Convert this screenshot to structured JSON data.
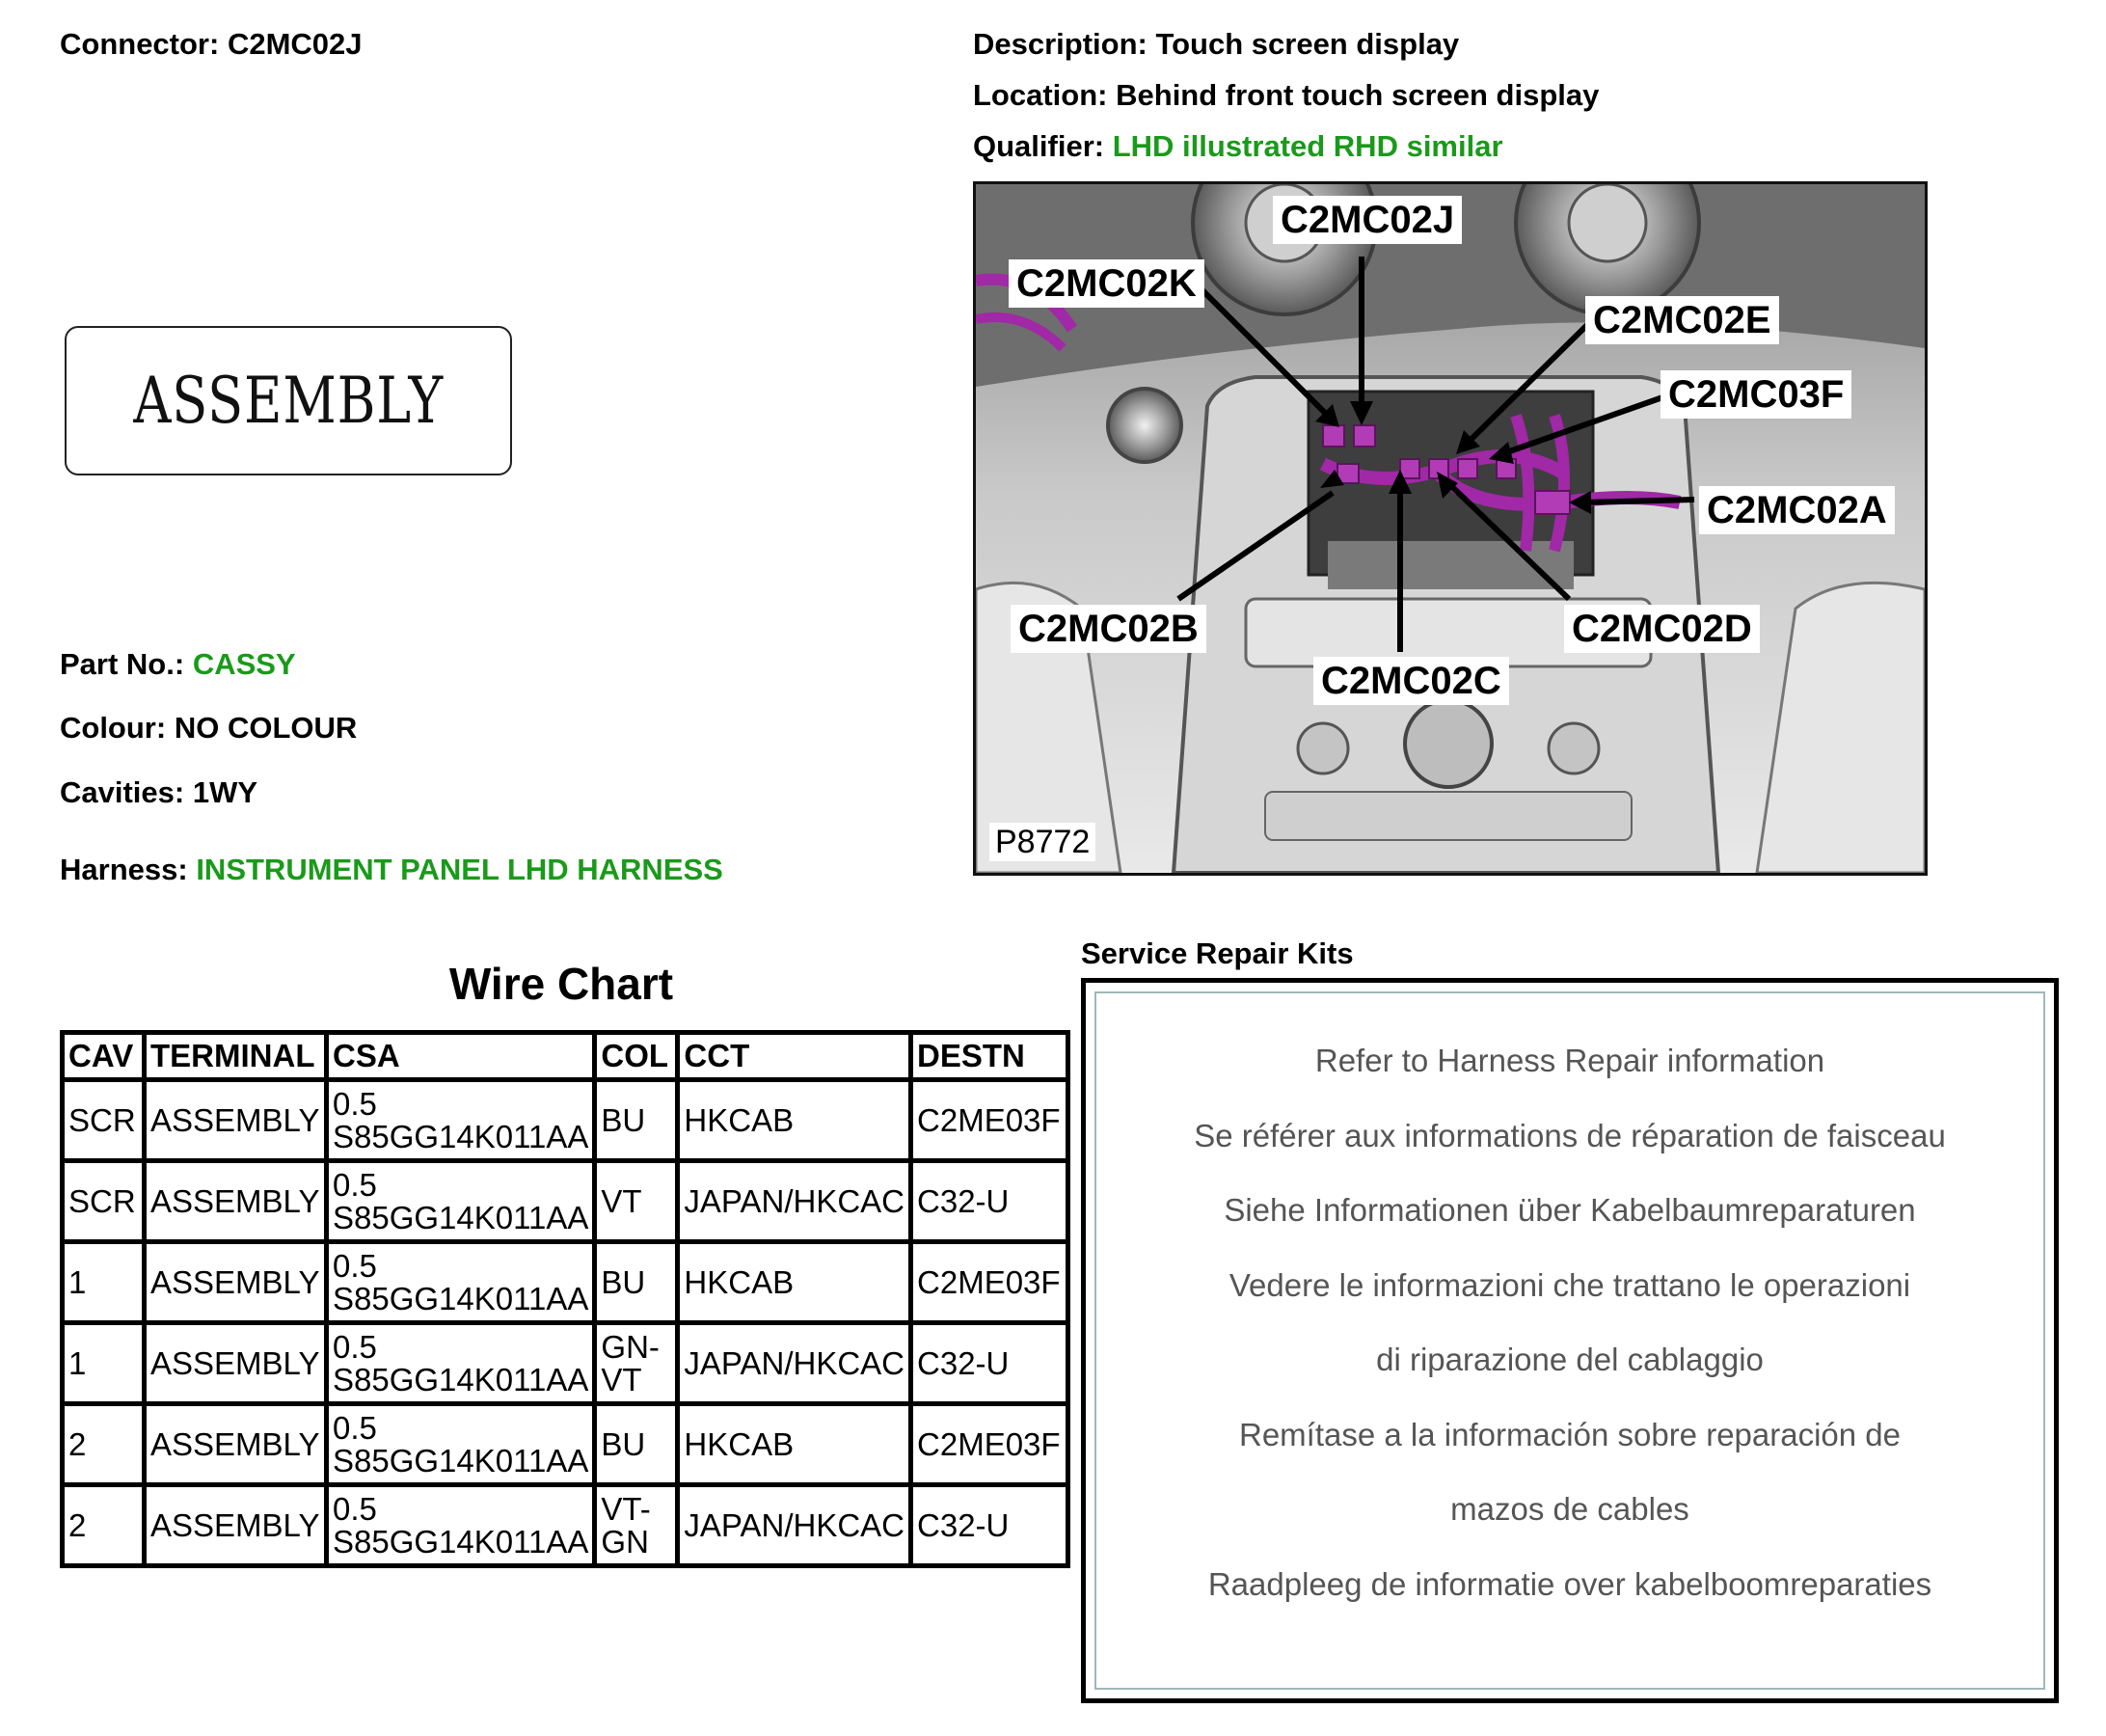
{
  "connector": {
    "label": "Connector:",
    "value": "C2MC02J"
  },
  "description": {
    "label": "Description:",
    "value": "Touch screen display"
  },
  "location": {
    "label": "Location:",
    "value": "Behind front touch screen display"
  },
  "qualifier": {
    "label": "Qualifier:",
    "value": "LHD illustrated RHD similar"
  },
  "assembly_label": "ASSEMBLY",
  "part_no": {
    "label": "Part No.:",
    "value": "CASSY"
  },
  "colour": {
    "label": "Colour:",
    "value": "NO COLOUR"
  },
  "cavities": {
    "label": "Cavities:",
    "value": "1WY"
  },
  "harness": {
    "label": "Harness:",
    "value": "INSTRUMENT PANEL LHD HARNESS"
  },
  "photo": {
    "id": "P8772",
    "callouts": [
      "C2MC02J",
      "C2MC02K",
      "C2MC02E",
      "C2MC03F",
      "C2MC02A",
      "C2MC02B",
      "C2MC02D",
      "C2MC02C"
    ]
  },
  "wire_chart": {
    "title": "Wire Chart",
    "headers": [
      "CAV",
      "TERMINAL",
      "CSA",
      "COL",
      "CCT",
      "DESTN"
    ],
    "rows": [
      {
        "cav": "SCR",
        "terminal": "ASSEMBLY",
        "csa1": "0.5",
        "csa2": "S85GG14K011AA",
        "col": "BU",
        "cct": "HKCAB",
        "destn": "C2ME03F"
      },
      {
        "cav": "SCR",
        "terminal": "ASSEMBLY",
        "csa1": "0.5",
        "csa2": "S85GG14K011AA",
        "col": "VT",
        "cct": "JAPAN/HKCAC",
        "destn": "C32-U"
      },
      {
        "cav": "1",
        "terminal": "ASSEMBLY",
        "csa1": "0.5",
        "csa2": "S85GG14K011AA",
        "col": "BU",
        "cct": "HKCAB",
        "destn": "C2ME03F"
      },
      {
        "cav": "1",
        "terminal": "ASSEMBLY",
        "csa1": "0.5",
        "csa2": "S85GG14K011AA",
        "col": "GN-\nVT",
        "cct": "JAPAN/HKCAC",
        "destn": "C32-U"
      },
      {
        "cav": "2",
        "terminal": "ASSEMBLY",
        "csa1": "0.5",
        "csa2": "S85GG14K011AA",
        "col": "BU",
        "cct": "HKCAB",
        "destn": "C2ME03F"
      },
      {
        "cav": "2",
        "terminal": "ASSEMBLY",
        "csa1": "0.5",
        "csa2": "S85GG14K011AA",
        "col": "VT-\nGN",
        "cct": "JAPAN/HKCAC",
        "destn": "C32-U"
      }
    ]
  },
  "service_kits": {
    "title": "Service Repair Kits",
    "lines": [
      "Refer to Harness Repair information",
      "Se référer aux informations de réparation de faisceau",
      "Siehe Informationen über Kabelbaumreparaturen",
      "Vedere le informazioni che trattano le operazioni",
      "di riparazione del cablaggio",
      "Remítase a la información sobre reparación de",
      "mazos de cables",
      "Raadpleeg de informatie over kabelboomreparaties"
    ]
  }
}
